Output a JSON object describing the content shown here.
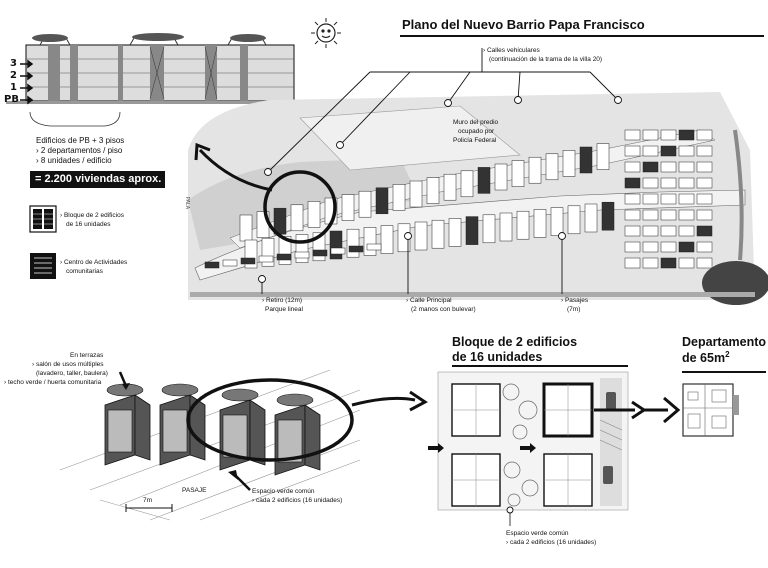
{
  "title": "Plano del Nuevo Barrio Papa Francisco",
  "floors": [
    "3",
    "2",
    "1",
    "PB"
  ],
  "building_notes": [
    "Edificios de PB + 3 pisos",
    "› 2 departamentos / piso",
    "› 8 unidades / edificio"
  ],
  "total": "= 2.200 viviendas aprox.",
  "legend": [
    {
      "label1": "› Bloque de 2 edificios",
      "label2": "de 16 unidades"
    },
    {
      "label1": "› Centro de Actividades",
      "label2": "comunitarias"
    }
  ],
  "callouts": {
    "calles1": "› Calles vehiculares",
    "calles2": "(continuación de la trama de la villa 20)",
    "muro1": "Muro del predio",
    "muro2": "ocupado por",
    "muro3": "Policía Federal",
    "retiro1": "› Retiro (12m)",
    "retiro2": "Parque lineal",
    "calle1": "› Calle Principal",
    "calle2": "(2 manos con bulevar)",
    "pasajes1": "› Pasajes",
    "pasajes2": "(7m)"
  },
  "terrazas": {
    "title": "En terrazas",
    "lines": [
      "› salón de usos múltiples",
      "(lavadero, taller, baulera)",
      "› techo verde / huerta comunitaria"
    ]
  },
  "pasaje_label": "PASAJE",
  "width_label": "7m",
  "espacio_left": {
    "title": "Espacio verde común",
    "sub": "› cada 2 edificios (16 unidades)"
  },
  "bloque": {
    "title1": "Bloque de 2 edificios",
    "title2": "de 16 unidades"
  },
  "espacio_right": {
    "title": "Espacio verde común",
    "sub": "› cada 2 edificios (16 unidades)"
  },
  "departamento": {
    "title1": "Departamento",
    "title2": "de 65m",
    "sup": "2"
  },
  "map_street": "PALA"
}
